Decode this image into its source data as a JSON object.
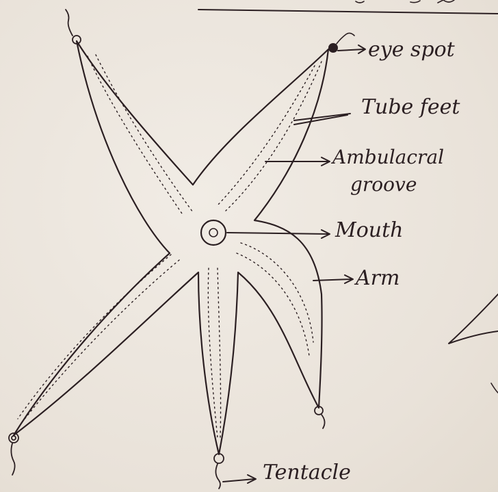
{
  "diagram": {
    "labels": {
      "eye_spot": "eye spot",
      "tube_feet": "Tube feet",
      "ambulacral_groove_line1": "Ambulacral",
      "ambulacral_groove_line2": "groove",
      "mouth": "Mouth",
      "arm": "Arm",
      "tentacle": "Tentacle"
    },
    "ink_color": "#2b1f22",
    "paper_color": "#ece6de"
  }
}
